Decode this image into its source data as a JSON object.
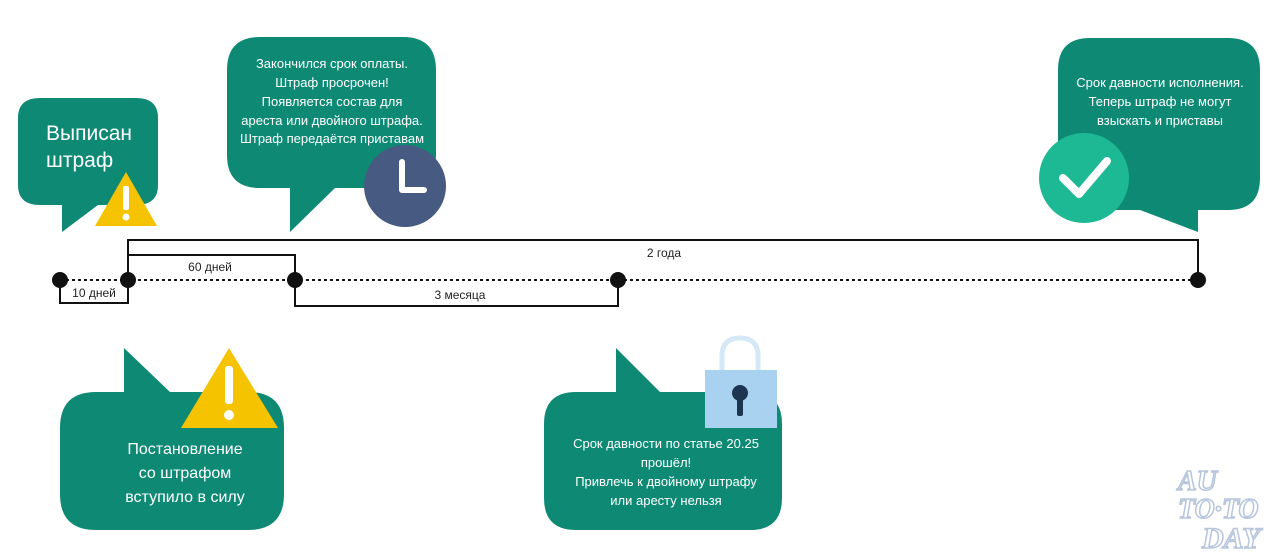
{
  "colors": {
    "bubble": "#0e8a74",
    "warning": "#f6c300",
    "clock_face": "#465a82",
    "check_circle": "#1db894",
    "lock": "#a9d2f0",
    "logo": "#b7c6dd"
  },
  "bubbles": {
    "issued": {
      "line1": "Выписан",
      "line2": "штраф"
    },
    "overdue": {
      "lines": [
        "Закончился срок оплаты.",
        "Штраф просрочен!",
        "Появляется состав для",
        "ареста или двойного штрафа.",
        "Штраф передаётся приставам"
      ]
    },
    "statute": {
      "lines": [
        "Срок давности исполнения.",
        "Теперь штраф не могут",
        "взыскать и приставы"
      ]
    },
    "effective": {
      "lines": [
        "Постановление",
        "со штрафом",
        "вступило в силу"
      ]
    },
    "article": {
      "lines": [
        "Срок давности по статье 20.25",
        "прошёл!",
        "Привлечь к двойному штрафу",
        "или аресту нельзя"
      ]
    }
  },
  "intervals": {
    "days10": "10 дней",
    "days60": "60 дней",
    "months3": "3 месяца",
    "years2": "2 года"
  },
  "icons": {
    "warning_top": "warning-icon",
    "warning_bottom": "warning-icon",
    "clock": "clock-icon",
    "check": "check-icon",
    "lock": "lock-icon"
  },
  "logo": {
    "line1": "AU",
    "line2": "TO·TO",
    "line3": "DAY"
  }
}
